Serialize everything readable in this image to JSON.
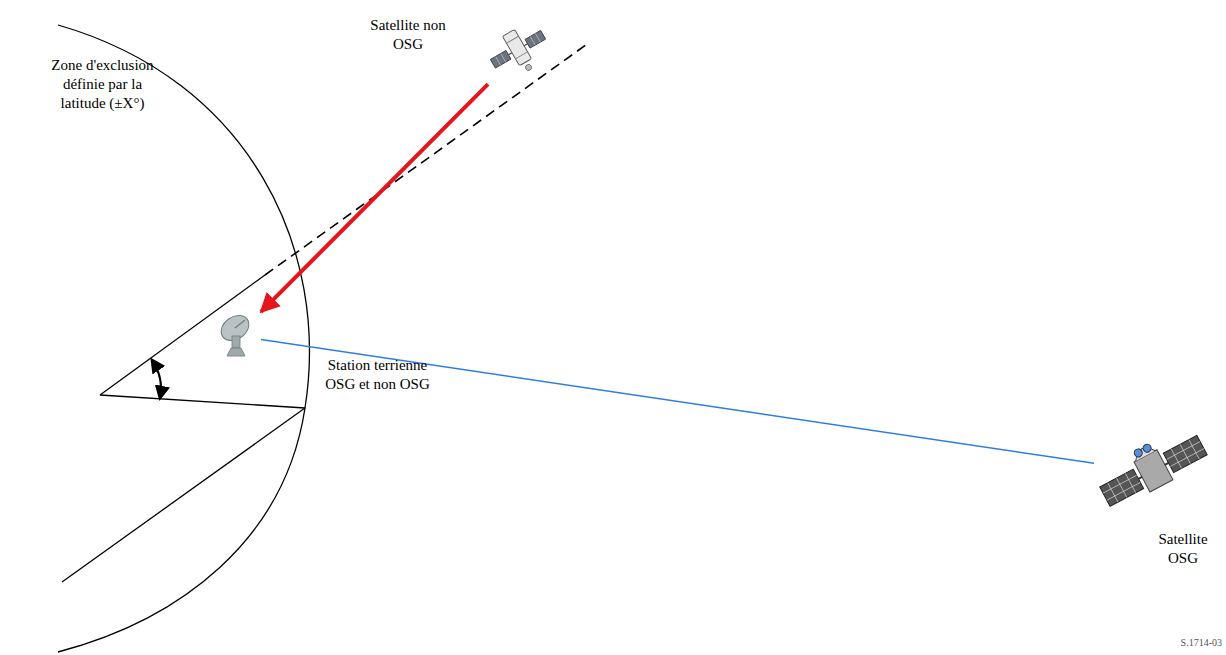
{
  "diagram": {
    "nodes": [
      {
        "text": [
          "Satellite non OSG"
        ]
      },
      {
        "text": [
          "Station terrienne OSG et non OSG"
        ]
      },
      {
        "text": [
          "Satellite OSG"
        ]
      }
    ],
    "edges": [
      {
        "from": 0,
        "to": 1,
        "arrow": "to"
      },
      {
        "from": 1,
        "to": 2,
        "arrow": "none"
      }
    ],
    "labels": [
      "Zone d'exclusion définie par la latitude (±X°)",
      "S.1714-03"
    ]
  }
}
